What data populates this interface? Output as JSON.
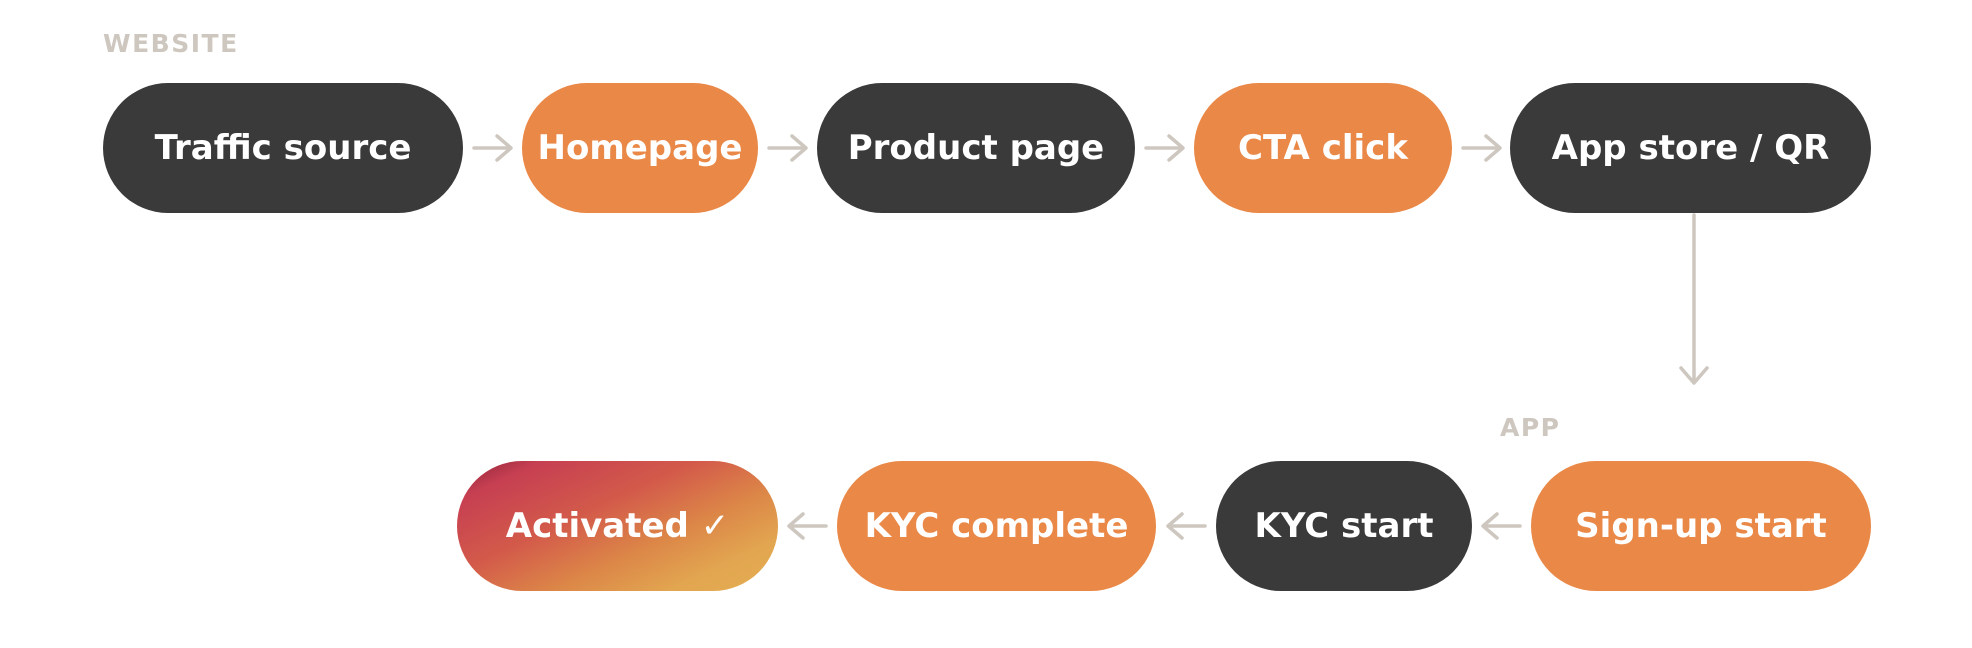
{
  "sections": {
    "website": "WEBSITE",
    "app": "APP"
  },
  "nodes": {
    "traffic_source": "Traffic source",
    "homepage": "Homepage",
    "product_page": "Product page",
    "cta_click": "CTA click",
    "app_store_qr": "App store / QR",
    "sign_up_start": "Sign-up start",
    "kyc_start": "KYC start",
    "kyc_complete": "KYC complete",
    "activated": "Activated ✓"
  },
  "colors": {
    "dark": "#3a3a3a",
    "orange": "#e98847",
    "label": "#cdc7bf",
    "arrow": "#cdc7bf"
  }
}
